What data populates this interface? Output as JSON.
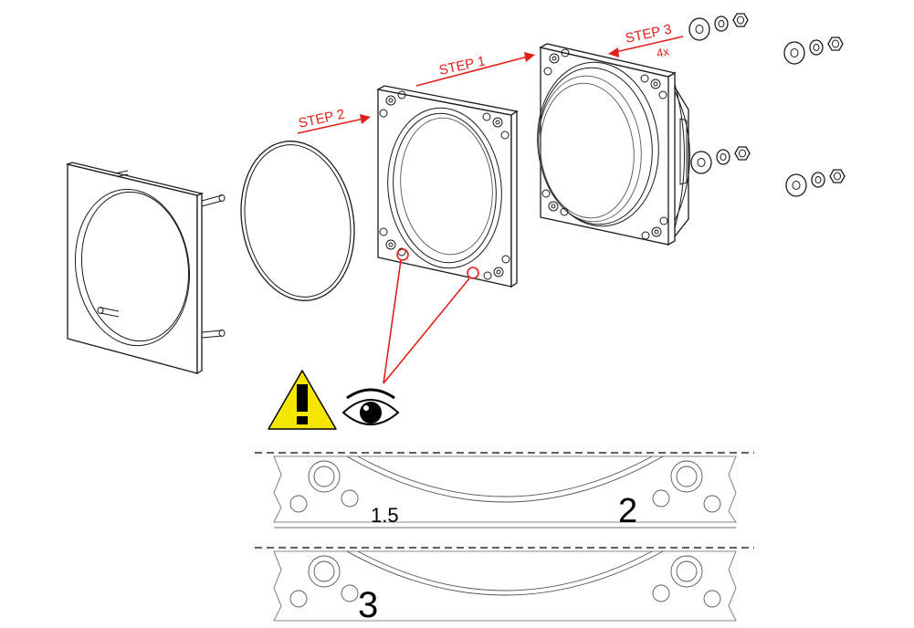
{
  "steps": {
    "step1": "STEP 1",
    "step2": "STEP 2",
    "step3": "STEP 3",
    "quantity": "4x"
  },
  "detail_labels": {
    "gap_small": "1.5",
    "gap_medium": "2",
    "gap_large": "3"
  },
  "icons": [
    "warning-icon",
    "eye-icon",
    "nut-icon",
    "washer-icon"
  ],
  "colors": {
    "annotation": "#e0201b",
    "warning_fill": "#f5e600",
    "line": "#1a1a1a"
  }
}
